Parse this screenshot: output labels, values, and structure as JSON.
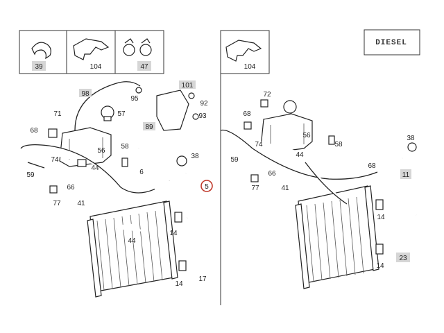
{
  "diesel_label": "DIESEL",
  "inset_left": {
    "cells": [
      {
        "label": "39",
        "icon": "hose-clip-icon",
        "shaded": true
      },
      {
        "label": "104",
        "icon": "bracket-icon",
        "shaded": false
      },
      {
        "label": "47",
        "icon": "hose-clamp-icon",
        "shaded": true
      }
    ]
  },
  "inset_right": {
    "cells": [
      {
        "label": "104",
        "icon": "bracket-icon",
        "shaded": false
      }
    ]
  },
  "left_view": {
    "labels": {
      "98": "98",
      "95": "95",
      "101": "101",
      "92": "92",
      "93": "93",
      "89": "89",
      "71": "71",
      "57": "57",
      "68": "68",
      "56": "56",
      "58": "58",
      "74": "74",
      "44a": "44",
      "6": "6",
      "38": "38",
      "59": "59",
      "66": "66",
      "77": "77",
      "41": "41",
      "5": "5",
      "44b": "44",
      "14a": "14",
      "14b": "14",
      "17": "17"
    },
    "shaded": [
      "98",
      "101",
      "89"
    ],
    "highlighted": "5"
  },
  "right_view": {
    "labels": {
      "68a": "68",
      "72": "72",
      "56": "56",
      "38": "38",
      "74": "74",
      "58": "58",
      "59": "59",
      "66": "66",
      "44": "44",
      "68b": "68",
      "77": "77",
      "41": "41",
      "11": "11",
      "14a": "14",
      "14b": "14",
      "23": "23"
    },
    "shaded": [
      "11",
      "23"
    ]
  },
  "colors": {
    "line": "#222222",
    "label_box": "#d6d6d6",
    "highlight": "#c0392b"
  }
}
